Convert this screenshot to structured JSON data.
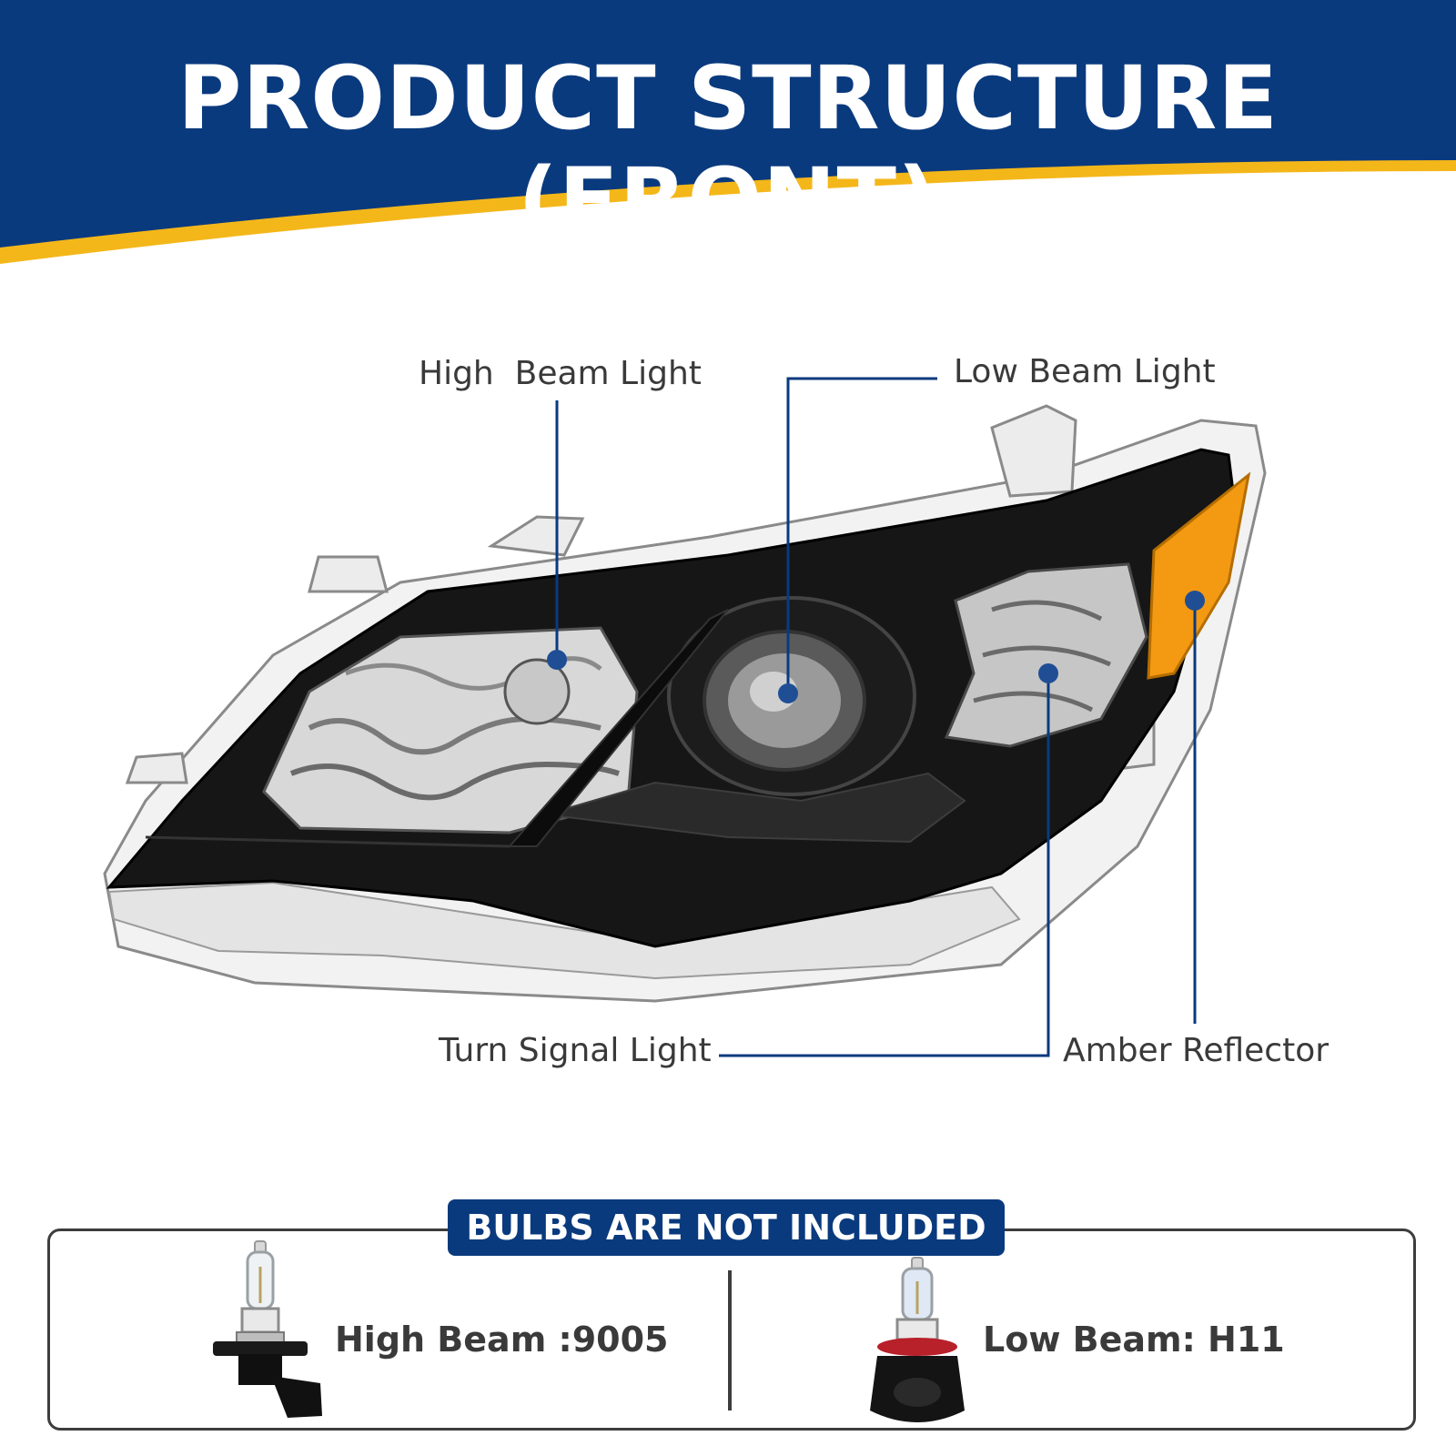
{
  "header": {
    "title": "PRODUCT STRUCTURE (FRONT)"
  },
  "colors": {
    "header_blue": "#0a3a7e",
    "header_gold": "#f4b71a",
    "callout_line": "#0a3a7e",
    "amber": "#f39a12"
  },
  "callouts": {
    "high_beam": "High  Beam Light",
    "low_beam": "Low Beam Light",
    "turn_signal": "Turn Signal Light",
    "amber_reflector": "Amber Reflector"
  },
  "bulbs": {
    "badge": "BULBS ARE NOT INCLUDED",
    "high_beam_label": "High Beam :9005",
    "low_beam_label": "Low Beam: H11"
  },
  "icons": {
    "headlight": "headlight-assembly-image",
    "high_bulb": "bulb-9005-icon",
    "low_bulb": "bulb-h11-icon"
  }
}
